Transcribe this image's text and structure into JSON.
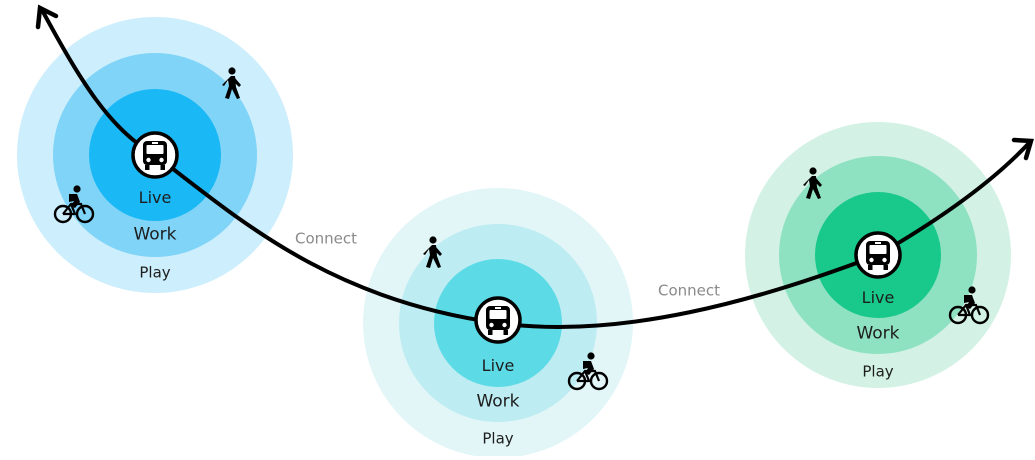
{
  "hubs": [
    {
      "id": "hub-1",
      "labels": {
        "live": "Live",
        "work": "Work",
        "play": "Play"
      },
      "colors": {
        "outer": "#cdeefc",
        "middle": "#7fd4f8",
        "inner": "#1ab8f4"
      },
      "icons": [
        "bus-icon",
        "walking-person-icon",
        "cyclist-icon"
      ]
    },
    {
      "id": "hub-2",
      "labels": {
        "live": "Live",
        "work": "Work",
        "play": "Play"
      },
      "colors": {
        "outer": "#e2f6f8",
        "middle": "#bdecf2",
        "inner": "#5cdbe7"
      },
      "icons": [
        "bus-icon",
        "walking-person-icon",
        "cyclist-icon"
      ]
    },
    {
      "id": "hub-3",
      "labels": {
        "live": "Live",
        "work": "Work",
        "play": "Play"
      },
      "colors": {
        "outer": "#d3f2e5",
        "middle": "#8fe2c1",
        "inner": "#18c98b"
      },
      "icons": [
        "bus-icon",
        "walking-person-icon",
        "cyclist-icon"
      ]
    }
  ],
  "connectors": [
    {
      "label": "Connect"
    },
    {
      "label": "Connect"
    }
  ],
  "path": {
    "color": "#000000",
    "arrowheads": [
      "arrowhead-start-icon",
      "arrowhead-end-icon"
    ]
  }
}
